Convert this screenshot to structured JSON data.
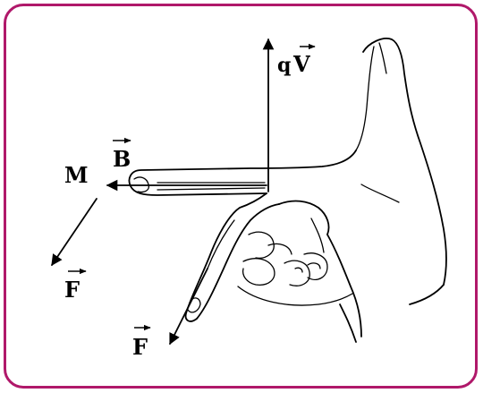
{
  "labels": {
    "qv_q": "q",
    "qv_v": "V",
    "b": "B",
    "m": "M",
    "f_left": "F",
    "f_bottom": "F"
  },
  "colors": {
    "frame_border": "#b0186a",
    "ink": "#000000",
    "background": "#ffffff"
  }
}
